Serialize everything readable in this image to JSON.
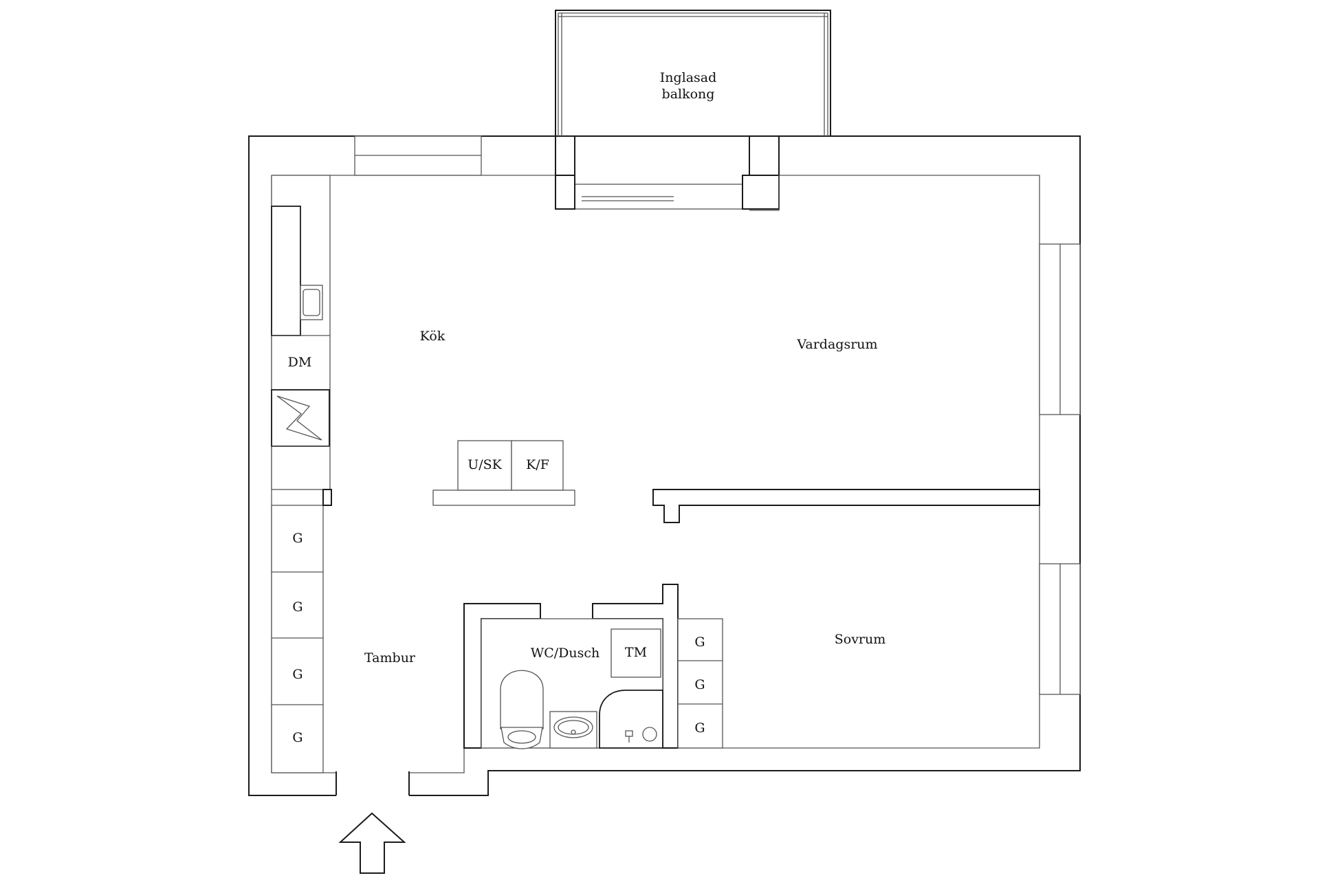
{
  "rooms": {
    "balcony_line1": "Inglasad",
    "balcony_line2": "balkong",
    "kitchen": "Kök",
    "living_room": "Vardagsrum",
    "hall": "Tambur",
    "bathroom": "WC/Dusch",
    "bedroom": "Sovrum"
  },
  "fixtures": {
    "dishwasher": "DM",
    "oven": "U/SK",
    "fridge_freezer": "K/F",
    "washing_machine": "TM",
    "wardrobe": "G"
  },
  "colors": {
    "wall": "#1a1a1a",
    "line": "#555555",
    "background": "#ffffff"
  }
}
